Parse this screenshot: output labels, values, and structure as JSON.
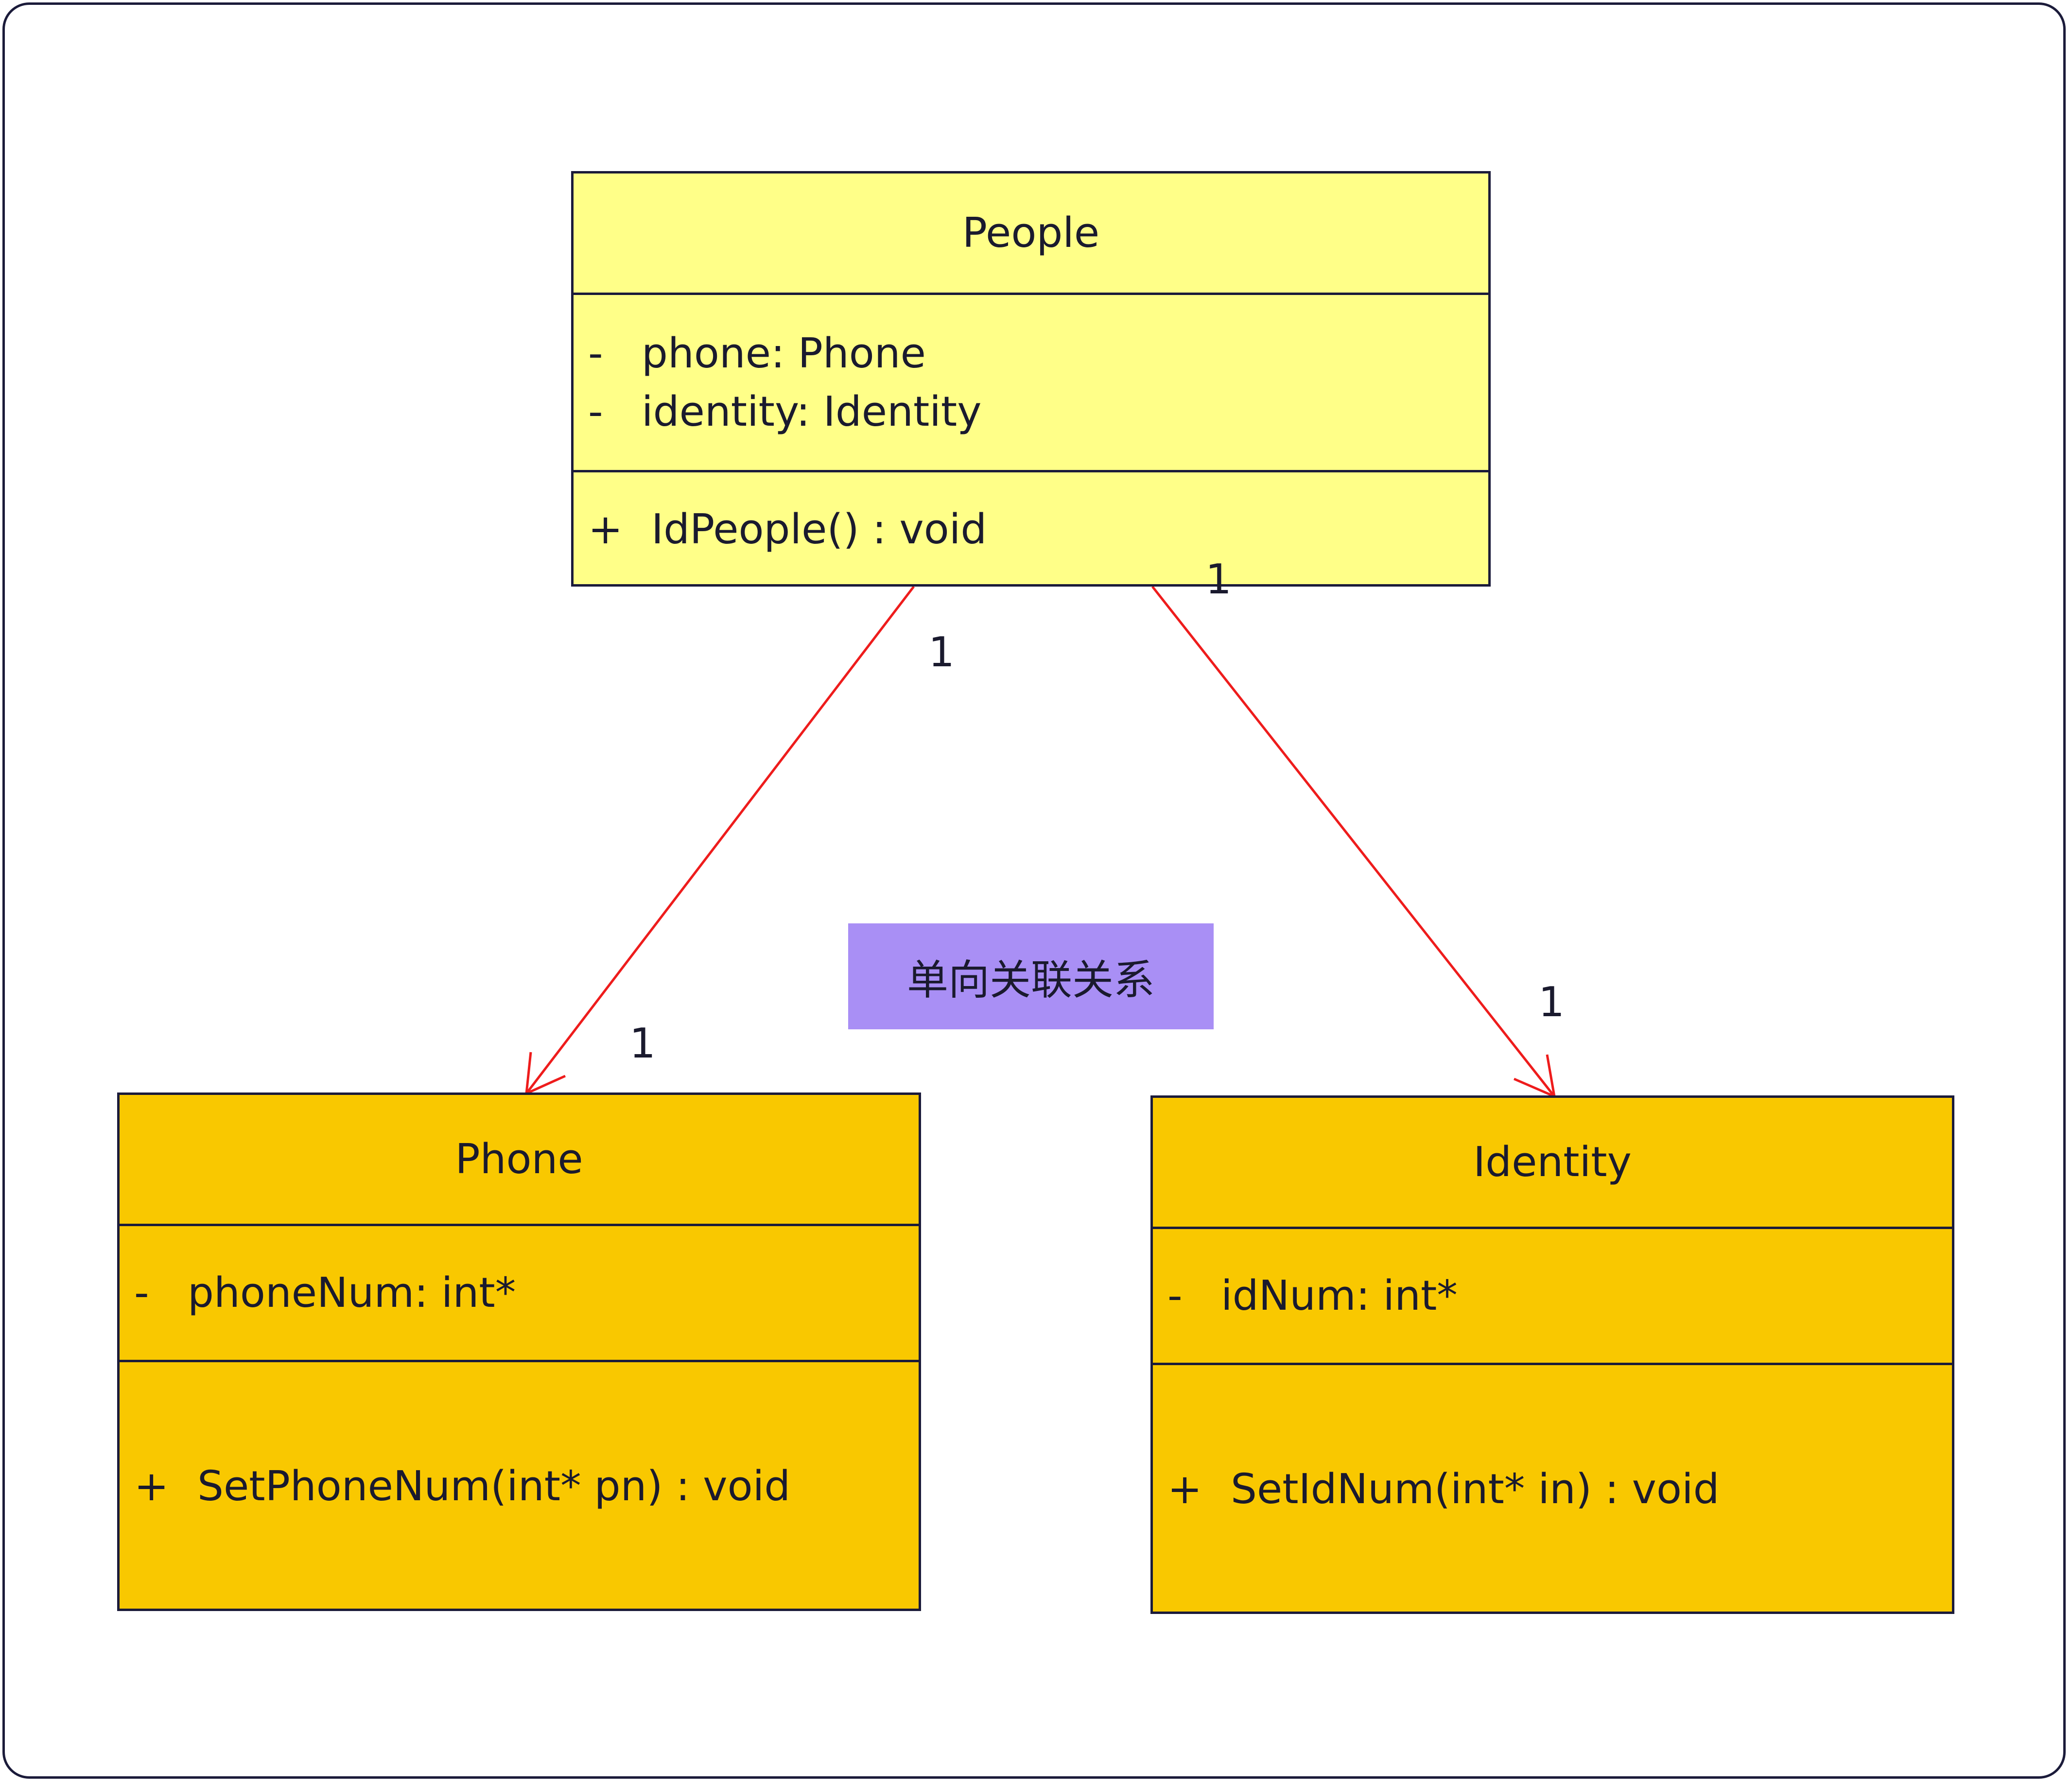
{
  "diagram_type": "UML class diagram",
  "note": "单向关联关系",
  "line_color": "#ee1c1c",
  "classes": {
    "people": {
      "name": "People",
      "fill": "#ffff88",
      "attributes": [
        {
          "visibility": "-",
          "text": "phone: Phone"
        },
        {
          "visibility": "-",
          "text": "identity: Identity"
        }
      ],
      "operations": [
        {
          "visibility": "+",
          "text": "IdPeople() : void"
        }
      ]
    },
    "phone": {
      "name": "Phone",
      "fill": "#f9c800",
      "attributes": [
        {
          "visibility": "-",
          "text": "phoneNum: int*"
        }
      ],
      "operations": [
        {
          "visibility": "+",
          "text": "SetPhoneNum(int* pn) : void"
        }
      ]
    },
    "identity": {
      "name": "Identity",
      "fill": "#f9c800",
      "attributes": [
        {
          "visibility": "-",
          "text": "idNum: int*"
        }
      ],
      "operations": [
        {
          "visibility": "+",
          "text": "SetIdNum(int* in) : void"
        }
      ]
    }
  },
  "associations": [
    {
      "from": "People",
      "to": "Phone",
      "navigability": "unidirectional",
      "source_multiplicity": "1",
      "target_multiplicity": "1"
    },
    {
      "from": "People",
      "to": "Identity",
      "navigability": "unidirectional",
      "source_multiplicity": "1",
      "target_multiplicity": "1"
    }
  ]
}
